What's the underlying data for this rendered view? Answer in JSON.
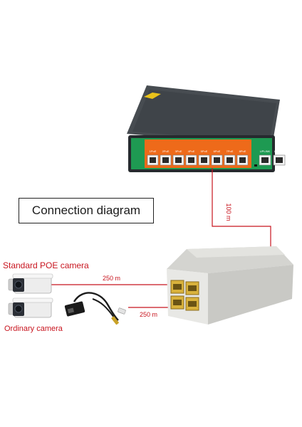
{
  "diagram": {
    "title": "Connection diagram",
    "labels": {
      "standard_poe_camera": "Standard POE camera",
      "ordinary_camera": "Ordinary camera"
    },
    "distances": {
      "switch_to_extender": "100 m",
      "extender_to_poe_camera": "250 m",
      "extender_to_ordinary_camera": "250 m"
    },
    "switch": {
      "poe_port_labels": [
        "1PoE",
        "2PoE",
        "3PoE",
        "4PoE",
        "5PoE",
        "6PoE",
        "7PoE",
        "8PoE"
      ],
      "uplink_labels": [
        "UPLINK",
        "UPLINK"
      ]
    },
    "colors": {
      "cable": "#c8141e",
      "switch_body": "#3a3f44",
      "switch_panel": "#1e9a52",
      "poe_panel": "#ee6a1a",
      "extender_body": "#e4e4e1",
      "port_yellow": "#d9b23c"
    }
  }
}
